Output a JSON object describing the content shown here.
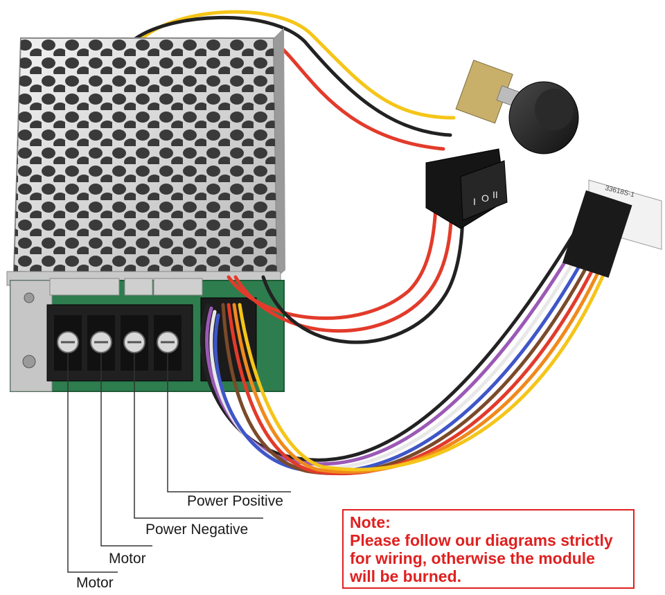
{
  "labels": {
    "power_positive": "Power Positive",
    "power_negative": "Power Negative",
    "motor_1": "Motor",
    "motor_2": "Motor"
  },
  "note": {
    "title": "Note:",
    "line1": "Please follow our diagrams strictly",
    "line2": "for wiring, otherwise the module",
    "line3": "will be burned.",
    "color": "#e02020"
  },
  "switch_marks": [
    "I",
    "O",
    "II"
  ],
  "connector_text": "33618S-1",
  "wire_colors": [
    "#222222",
    "#9b59b6",
    "#e8e8e8",
    "#3f56c8",
    "#7a4a2a",
    "#e23b2b",
    "#f08a1c",
    "#f5c518"
  ]
}
